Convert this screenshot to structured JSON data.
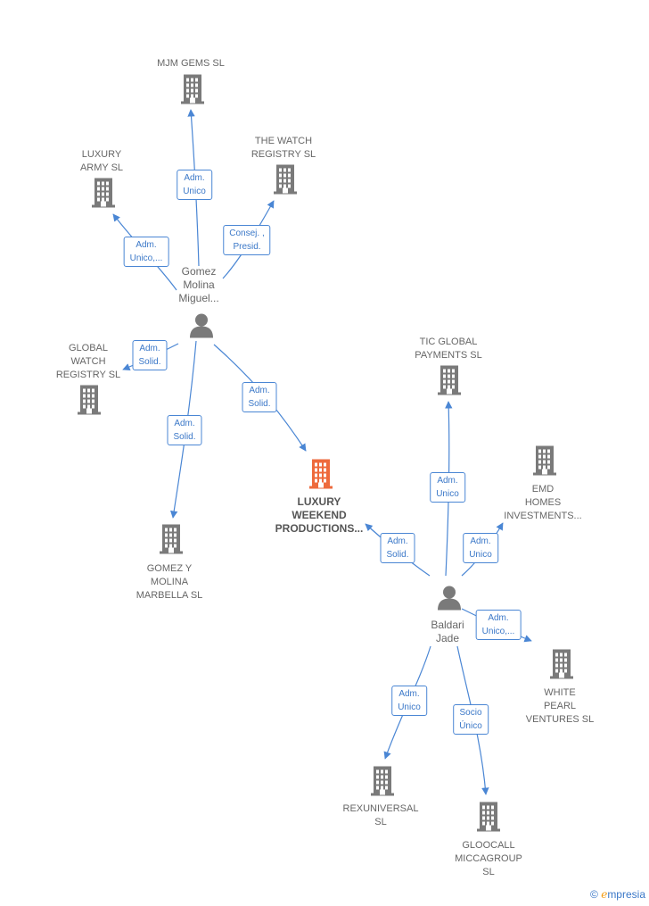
{
  "colors": {
    "edge": "#4a86d4",
    "company": "#7a7a7a",
    "main_company": "#ee6a3c",
    "person": "#7a7a7a"
  },
  "companies": [
    {
      "id": "mjm",
      "label": "MJM GEMS  SL"
    },
    {
      "id": "army",
      "label": "LUXURY\nARMY SL"
    },
    {
      "id": "watch",
      "label": "THE WATCH\nREGISTRY SL"
    },
    {
      "id": "global",
      "label": "GLOBAL\nWATCH\nREGISTRY SL"
    },
    {
      "id": "gomez",
      "label": "GOMEZ Y\nMOLINA\nMARBELLA  SL"
    },
    {
      "id": "luxury",
      "label": "LUXURY\nWEEKEND\nPRODUCTIONS..."
    },
    {
      "id": "tic",
      "label": "TIC GLOBAL\nPAYMENTS  SL"
    },
    {
      "id": "emd",
      "label": "EMD\nHOMES\nINVESTMENTS..."
    },
    {
      "id": "white",
      "label": "WHITE\nPEARL\nVENTURES SL"
    },
    {
      "id": "rex",
      "label": "REXUNIVERSAL\nSL"
    },
    {
      "id": "gloo",
      "label": "GLOOCALL\nMICCAGROUP\nSL"
    }
  ],
  "persons": [
    {
      "id": "p1",
      "label": "Gomez\nMolina\nMiguel..."
    },
    {
      "id": "p2",
      "label": "Baldari\nJade"
    }
  ],
  "edges": [
    {
      "id": "e1",
      "label": "Adm.\nUnico"
    },
    {
      "id": "e2",
      "label": "Adm.\nUnico,..."
    },
    {
      "id": "e3",
      "label": "Consej. ,\nPresid."
    },
    {
      "id": "e4",
      "label": "Adm.\nSolid."
    },
    {
      "id": "e5",
      "label": "Adm.\nSolid."
    },
    {
      "id": "e6",
      "label": "Adm.\nSolid."
    },
    {
      "id": "e7",
      "label": "Adm.\nUnico"
    },
    {
      "id": "e8",
      "label": "Adm.\nUnico"
    },
    {
      "id": "e9",
      "label": "Adm.\nSolid."
    },
    {
      "id": "e10",
      "label": "Adm.\nUnico,..."
    },
    {
      "id": "e11",
      "label": "Adm.\nUnico"
    },
    {
      "id": "e12",
      "label": "Socio\nÚnico"
    }
  ],
  "brand": {
    "copyright": "©",
    "e": "e",
    "name": "mpresia"
  }
}
